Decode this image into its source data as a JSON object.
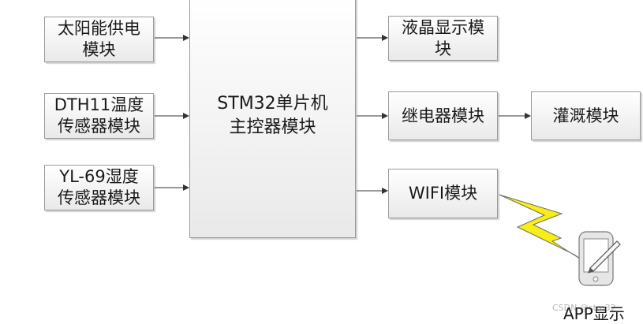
{
  "boxes": {
    "solar": [
      "太阳能供电",
      "模块"
    ],
    "dth": [
      "DTH11温度",
      "传感器模块"
    ],
    "yl": [
      "YL-69湿度",
      "传感器模块"
    ],
    "mcu": [
      "STM32单片机",
      "主控器模块"
    ],
    "lcd": [
      "液晶显示模",
      "块"
    ],
    "relay": [
      "继电器模块"
    ],
    "irrigation": [
      "灌溉模块"
    ],
    "wifi": [
      "WIFI模块"
    ]
  },
  "app_label": "APP显示",
  "watermark": "CSDN @stm32",
  "icons": {
    "bolt": "lightning-bolt-icon",
    "device": "handheld-device-icon"
  },
  "colors": {
    "bolt_fill": "#f7ee16",
    "bolt_stroke": "#6b6b6b",
    "box_border": "#9a9a9a"
  }
}
